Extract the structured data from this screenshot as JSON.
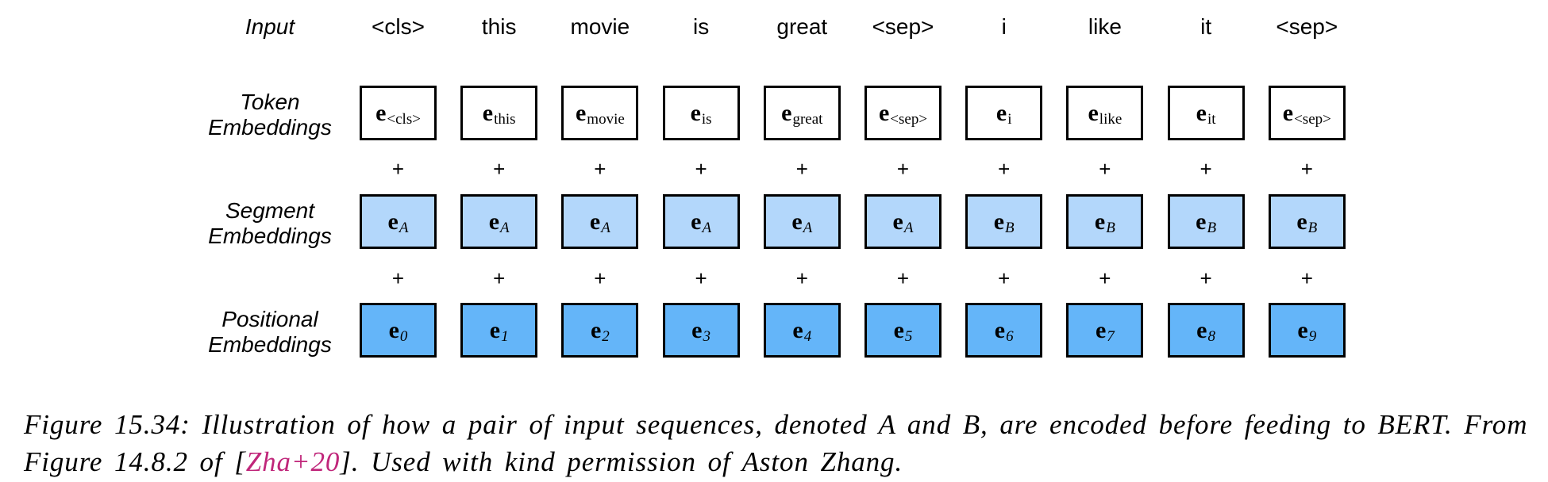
{
  "row_labels": {
    "input": "Input",
    "token": [
      "Token",
      "Embeddings"
    ],
    "segment": [
      "Segment",
      "Embeddings"
    ],
    "positional": [
      "Positional",
      "Embeddings"
    ]
  },
  "tokens": [
    "<cls>",
    "this",
    "movie",
    "is",
    "great",
    "<sep>",
    "i",
    "like",
    "it",
    "<sep>"
  ],
  "embedding_symbol": "e",
  "segments": [
    "A",
    "A",
    "A",
    "A",
    "A",
    "A",
    "B",
    "B",
    "B",
    "B"
  ],
  "positions": [
    "0",
    "1",
    "2",
    "3",
    "4",
    "5",
    "6",
    "7",
    "8",
    "9"
  ],
  "plus_sign": "+",
  "colors": {
    "token_fill": "#ffffff",
    "segment_fill": "#b3d7fb",
    "positional_fill": "#64b5f9",
    "border": "#000000",
    "citation": "#c0267a"
  },
  "caption": {
    "before": "Figure 15.34: Illustration of how a pair of input sequences, denoted A and B, are encoded before feeding to BERT. From Figure 14.8.2 of [",
    "citation": "Zha+20",
    "after": "]. Used with kind permission of Aston Zhang."
  }
}
